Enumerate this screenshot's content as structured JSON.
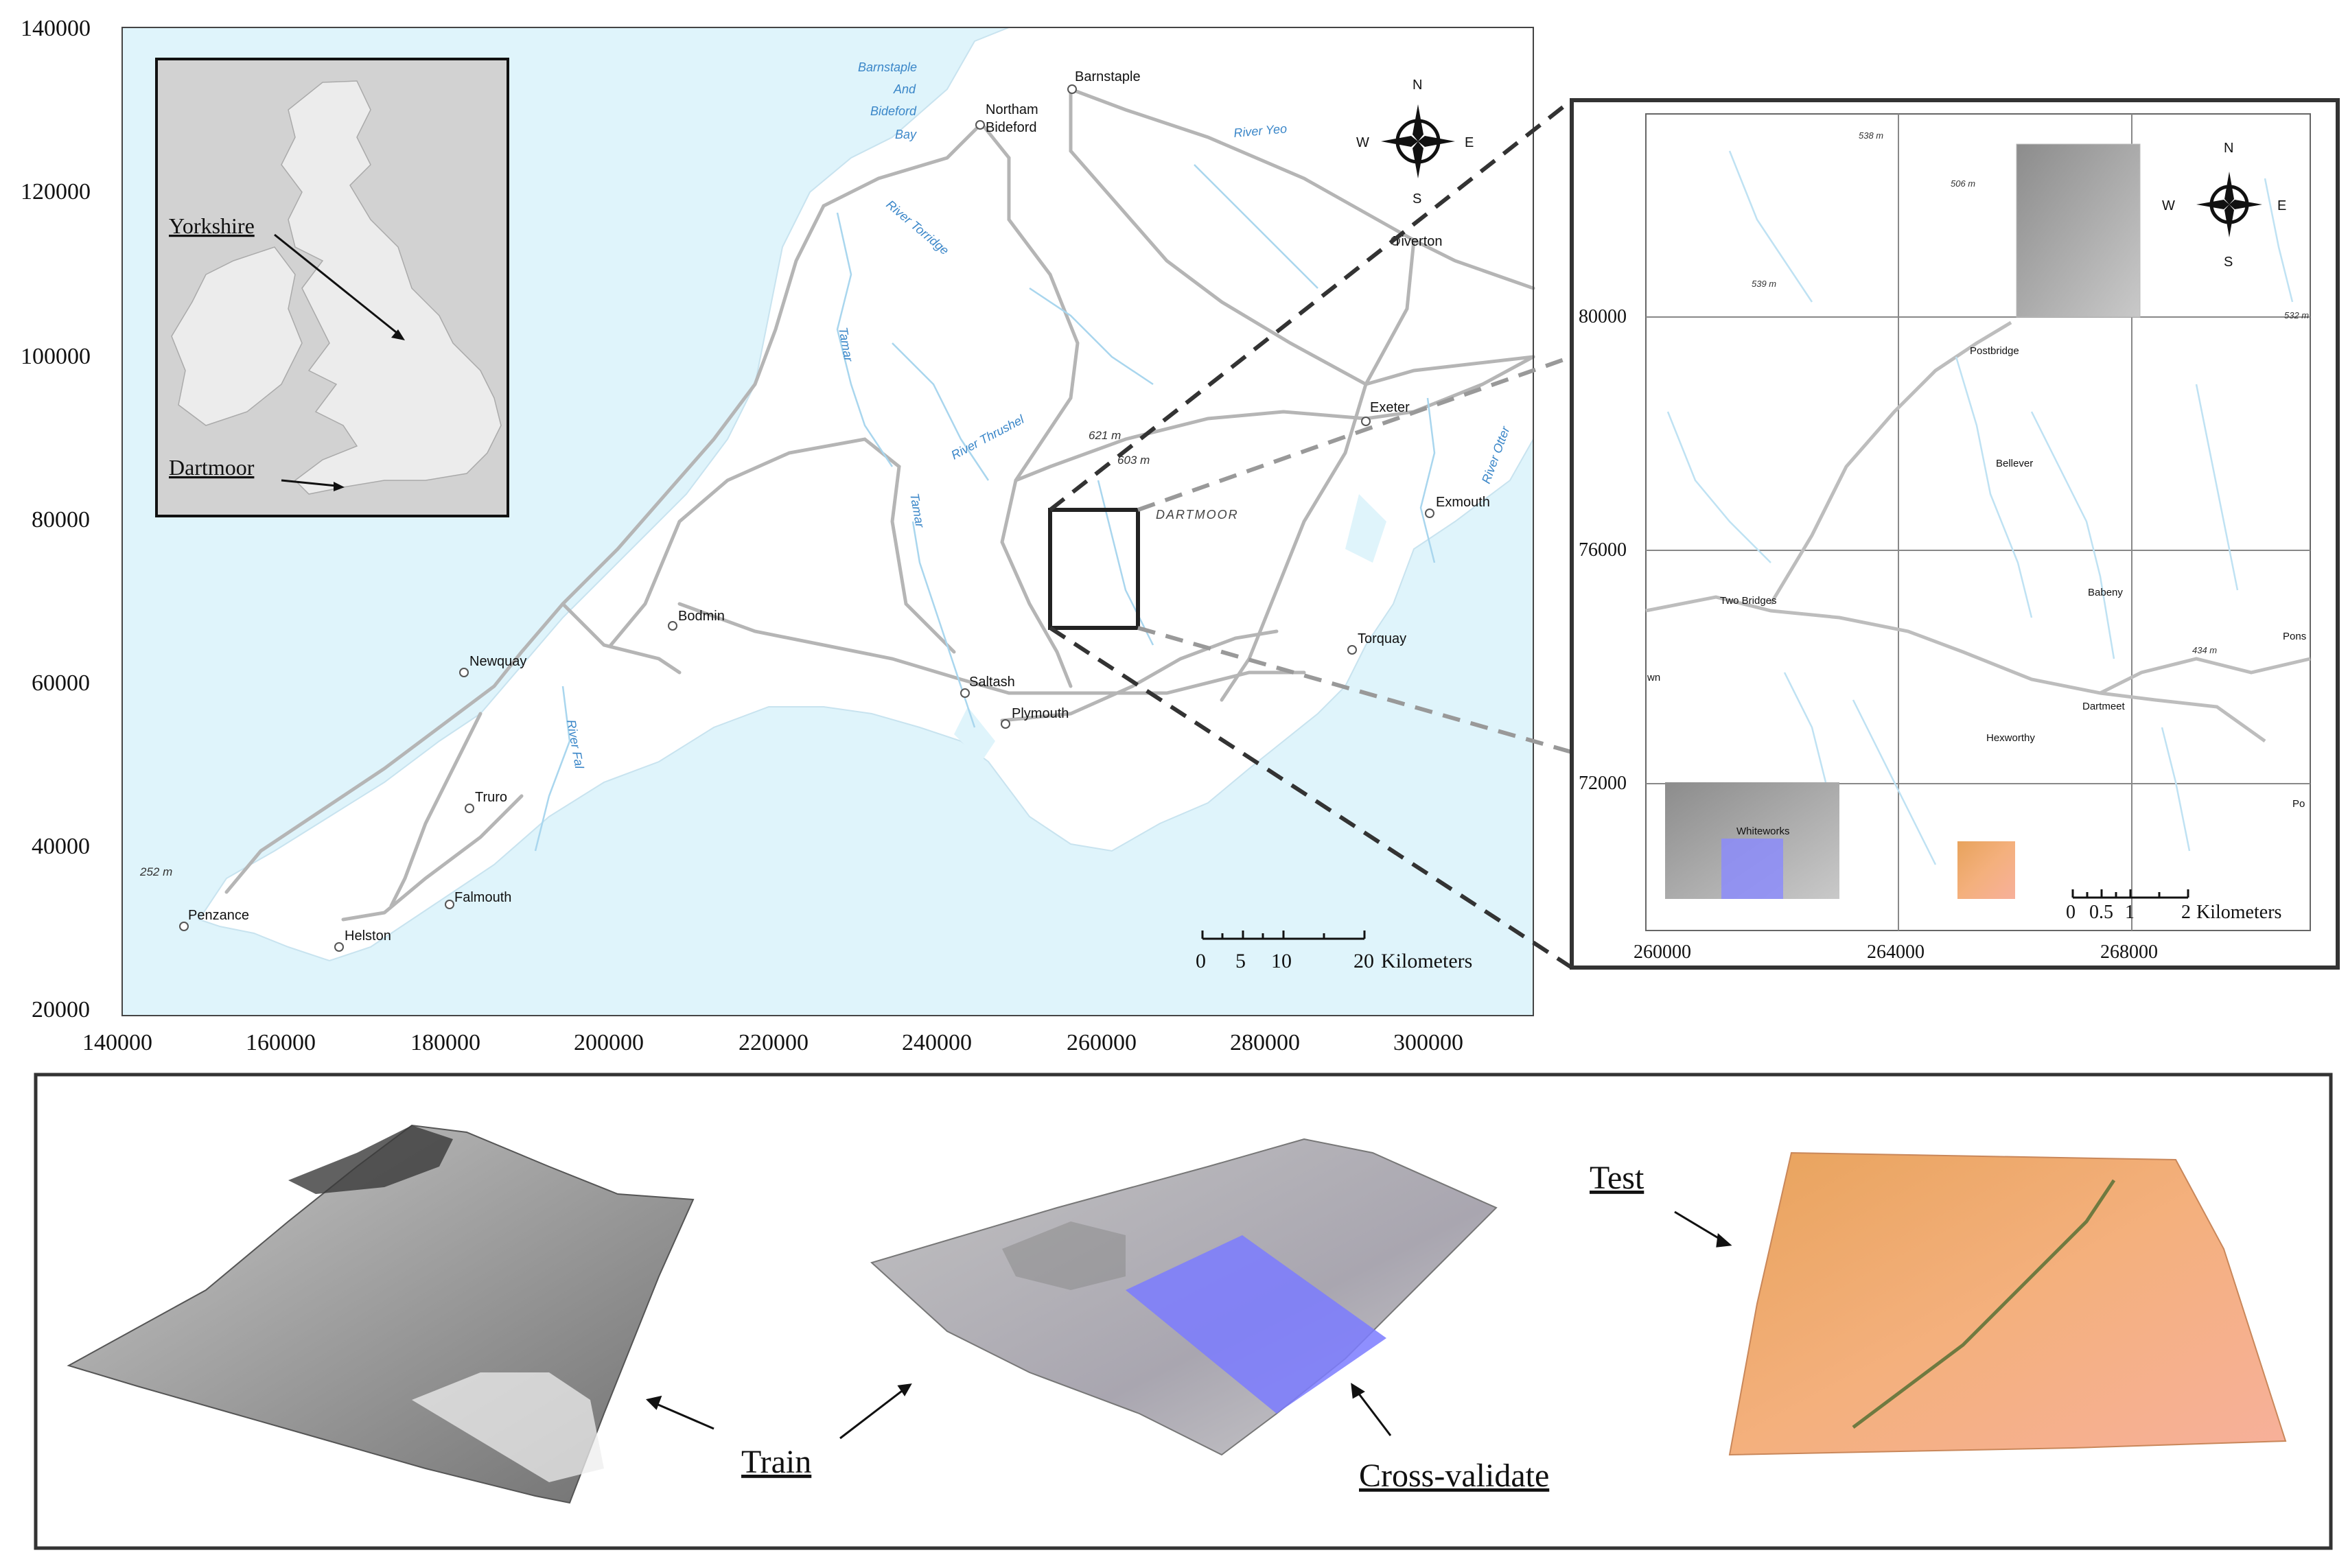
{
  "main_map": {
    "y_ticks": [
      "140000",
      "120000",
      "100000",
      "80000",
      "60000",
      "40000",
      "20000"
    ],
    "x_ticks": [
      "140000",
      "160000",
      "180000",
      "200000",
      "220000",
      "240000",
      "260000",
      "280000",
      "300000"
    ],
    "places": {
      "barnstaple": "Barnstaple",
      "northam": "Northam",
      "bideford": "Bideford",
      "tiverton": "Tiverton",
      "exeter": "Exeter",
      "exmouth": "Exmouth",
      "torquay": "Torquay",
      "plymouth": "Plymouth",
      "saltash": "Saltash",
      "bodmin": "Bodmin",
      "newquay": "Newquay",
      "truro": "Truro",
      "falmouth": "Falmouth",
      "helston": "Helston",
      "penzance": "Penzance"
    },
    "rivers": {
      "bay_line1": "Barnstaple",
      "bay_line2": "And",
      "bay_line3": "Bideford",
      "bay_line4": "Bay",
      "yeo": "River Yeo",
      "torridge": "River Torridge",
      "tamar1": "Tamar",
      "thrushel": "River Thrushel",
      "tamar2": "Tamar",
      "fal": "River Fal",
      "otter": "River Otter"
    },
    "elevations": [
      "621 m",
      "603 m",
      "252 m"
    ],
    "dartmoor_label": "DARTMOOR",
    "compass": {
      "n": "N",
      "s": "S",
      "e": "E",
      "w": "W"
    },
    "scale_ticks": [
      "0",
      "5",
      "10",
      "20"
    ],
    "scale_unit": "Kilometers"
  },
  "inset_uk": {
    "yorkshire": "Yorkshire",
    "dartmoor": "Dartmoor"
  },
  "detail_map": {
    "y_ticks": [
      "80000",
      "76000",
      "72000"
    ],
    "x_ticks": [
      "260000",
      "264000",
      "268000"
    ],
    "places": {
      "postbridge": "Postbridge",
      "bellever": "Bellever",
      "two_bridges": "Two Bridges",
      "babeny": "Babeny",
      "dartmeet": "Dartmeet",
      "hexworthy": "Hexworthy",
      "whiteworks": "Whiteworks",
      "wn": "wn",
      "pons": "Pons",
      "po": "Po"
    },
    "elevations": [
      "538 m",
      "506 m",
      "539 m",
      "532 m",
      "434 m"
    ],
    "compass": {
      "n": "N",
      "s": "S",
      "e": "E",
      "w": "W"
    },
    "scale_ticks": [
      "0",
      "0.5",
      "1",
      "2"
    ],
    "scale_unit": "Kilometers"
  },
  "bottom_panel": {
    "train": "Train",
    "cross_validate": "Cross-validate",
    "test": "Test"
  },
  "colors": {
    "sea": "#dff4fb",
    "land": "#ffffff",
    "road": "#b5b5b5",
    "river": "#a9d6ee",
    "train_area": "#9a9a9a",
    "cv_overlay": "#7b7bff",
    "test_area": "#f0a27a"
  }
}
